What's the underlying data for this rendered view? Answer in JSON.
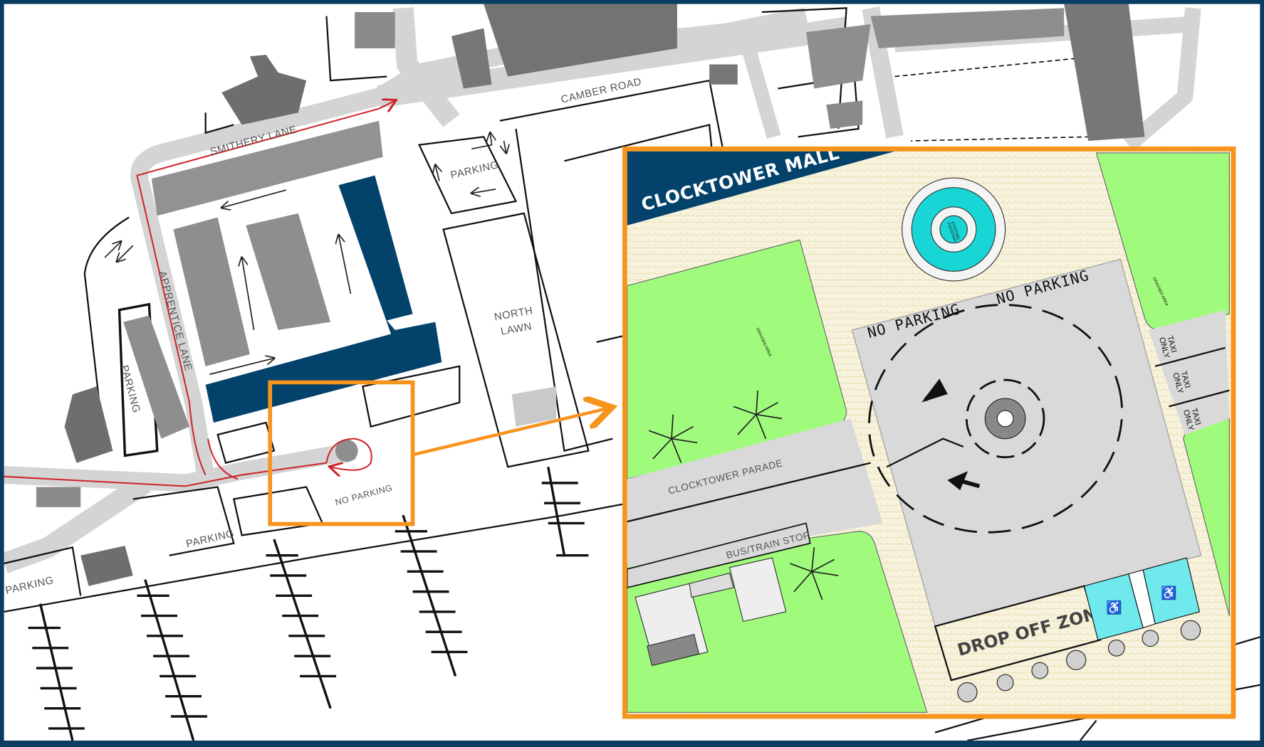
{
  "overview": {
    "streets": [
      "CAMBER ROAD",
      "SMITHERY LANE",
      "APPRENTICE LANE"
    ],
    "parking_label": "PARKING",
    "north_lawn": [
      "NORTH",
      "LAWN"
    ],
    "no_parking": "NO PARKING"
  },
  "inset": {
    "title": "CLOCKTOWER MALL",
    "fountain": [
      "EXISTING",
      "FOUNTAIN"
    ],
    "no_parking": "NO PARKING",
    "grassed_area": "GRASSED AREA",
    "taxi_only": [
      "TAXI",
      "ONLY"
    ],
    "street": "CLOCKTOWER PARADE",
    "bus_stop": "BUS/TRAIN STOP",
    "drop_off": "DROP OFF ZONE"
  },
  "colors": {
    "frame": "#0b3d63",
    "highlight": "#f7941d",
    "route": "#d0242b",
    "grass": "#a0fb7c",
    "water": "#19d6d6"
  }
}
